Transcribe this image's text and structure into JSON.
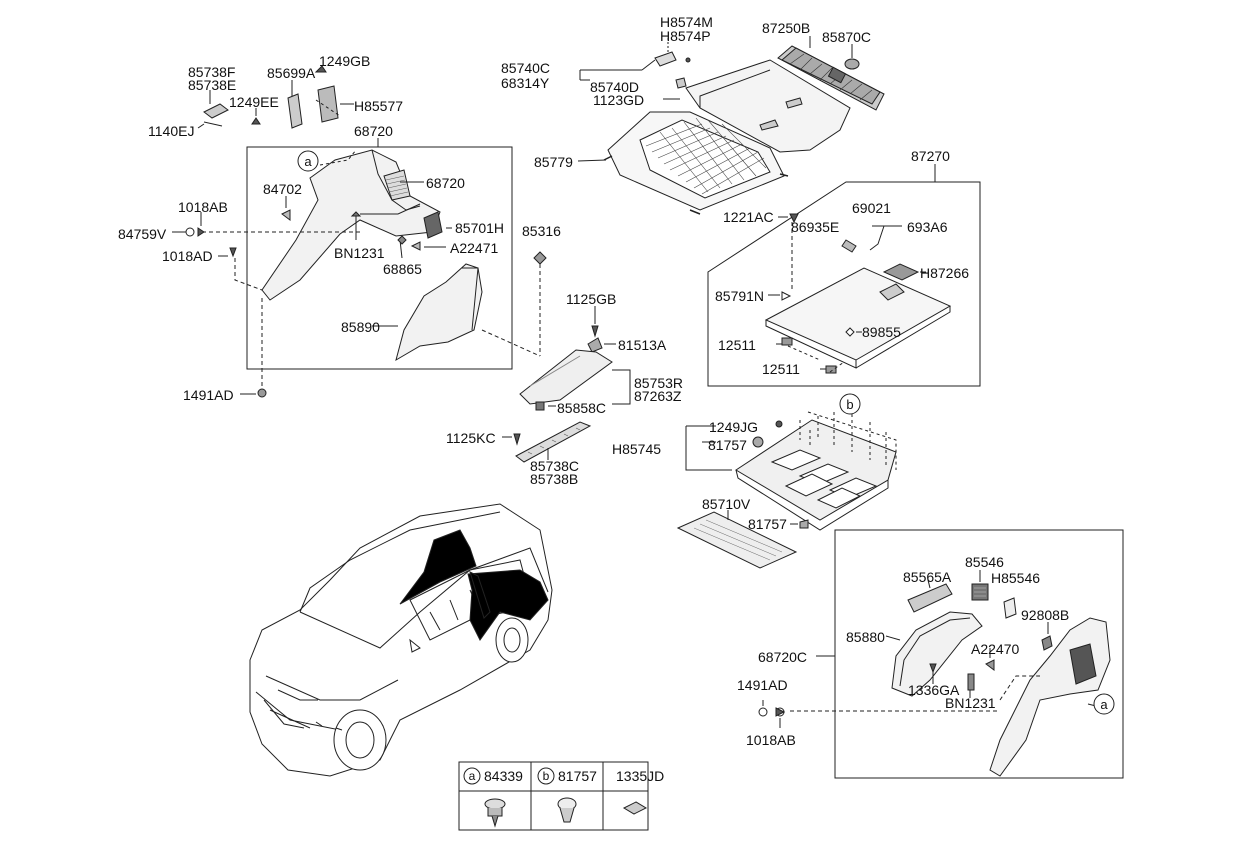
{
  "labels": {
    "h8574m": "H8574M",
    "h8574p": "H8574P",
    "p87250b": "87250B",
    "p85870c": "85870C",
    "p85740c": "85740C",
    "p68314y": "68314Y",
    "p85740d": "85740D",
    "p1123gd": "1123GD",
    "p85738f": "85738F",
    "p85738e": "85738E",
    "p85699a": "85699A",
    "p1249gb": "1249GB",
    "p1249ee": "1249EE",
    "h85577": "H85577",
    "p1140ej": "1140EJ",
    "p68720_top": "68720",
    "p85779": "85779",
    "p87270": "87270",
    "p68720_in": "68720",
    "p84702": "84702",
    "p1018ab_l": "1018AB",
    "p85701h": "85701H",
    "p84759v": "84759V",
    "bn1231_l": "BN1231",
    "a22471": "A22471",
    "p1018ad_l": "1018AD",
    "p68865": "68865",
    "p85316": "85316",
    "p1221ac": "1221AC",
    "p69021": "69021",
    "p86935e": "86935E",
    "p693a6": "693A6",
    "h87266": "H87266",
    "p85791n": "85791N",
    "p1125gb": "1125GB",
    "p85890": "85890",
    "p89855": "89855",
    "p81513a": "81513A",
    "p12511_a": "12511",
    "p12511_b": "12511",
    "p85753r": "85753R",
    "p87263z": "87263Z",
    "p1491ad_l": "1491AD",
    "p85858c": "85858C",
    "p1249jg": "1249JG",
    "h85745": "H85745",
    "p81757_a": "81757",
    "p1125kc": "1125KC",
    "p85738c": "85738C",
    "p85738b": "85738B",
    "p85710v": "85710V",
    "p81757_b": "81757",
    "p85546": "85546",
    "p85565a": "85565A",
    "h85546": "H85546",
    "p92808b": "92808B",
    "p85880": "85880",
    "p68720c": "68720C",
    "a22470": "A22470",
    "p1491ad_r": "1491AD",
    "p1336ga": "1336GA",
    "bn1231_r": "BN1231",
    "p1018ab_r": "1018AB"
  },
  "callouts": {
    "a1": "a",
    "a2": "a",
    "b1": "b"
  },
  "legend": {
    "items": [
      {
        "letter": "a",
        "part": "84339"
      },
      {
        "letter": "b",
        "part": "81757"
      },
      {
        "letter": "",
        "part": "1335JD"
      }
    ]
  }
}
